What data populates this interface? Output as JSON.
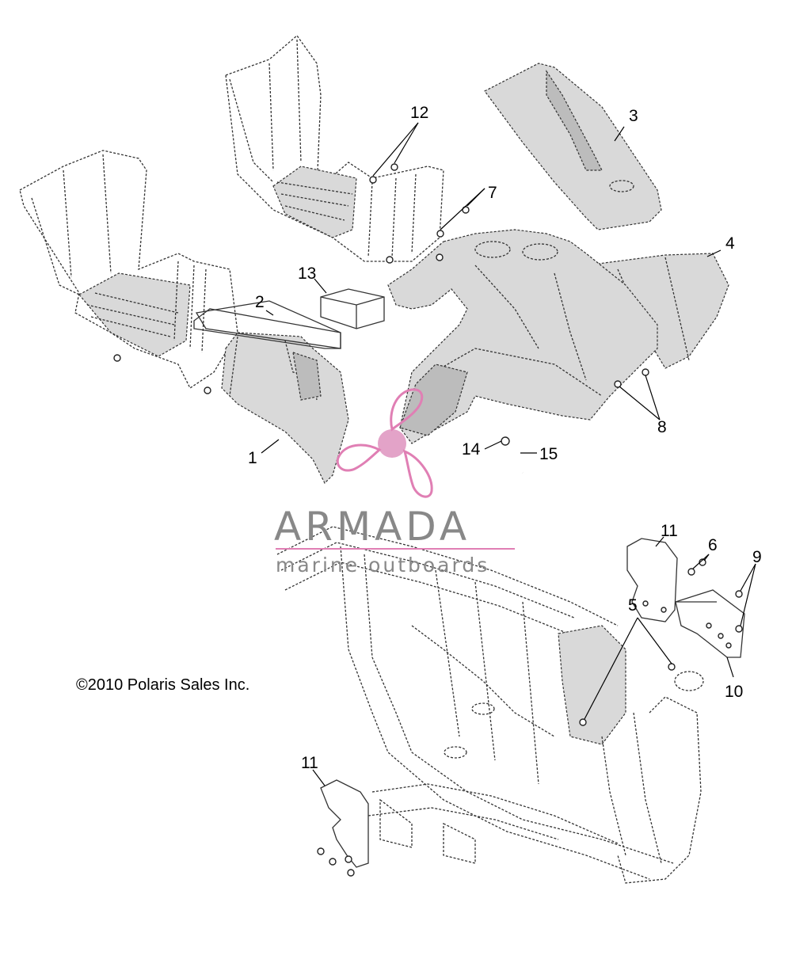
{
  "diagram": {
    "copyright": "©2010 Polaris Sales Inc.",
    "callouts": [
      {
        "id": "c1",
        "label": "1"
      },
      {
        "id": "c2",
        "label": "2"
      },
      {
        "id": "c3",
        "label": "3"
      },
      {
        "id": "c4",
        "label": "4"
      },
      {
        "id": "c5",
        "label": "5"
      },
      {
        "id": "c6",
        "label": "6"
      },
      {
        "id": "c7",
        "label": "7"
      },
      {
        "id": "c8",
        "label": "8"
      },
      {
        "id": "c9",
        "label": "9"
      },
      {
        "id": "c10",
        "label": "10"
      },
      {
        "id": "c11a",
        "label": "11"
      },
      {
        "id": "c11b",
        "label": "11"
      },
      {
        "id": "c12",
        "label": "12"
      },
      {
        "id": "c13",
        "label": "13"
      },
      {
        "id": "c14",
        "label": "14"
      },
      {
        "id": "c15",
        "label": "15"
      }
    ]
  },
  "watermark": {
    "title": "ARMADA",
    "subtitle": "marine outboards",
    "logo_icon": "propeller-logo-icon",
    "accent_color": "#e07fb4",
    "text_color": "#888888"
  }
}
